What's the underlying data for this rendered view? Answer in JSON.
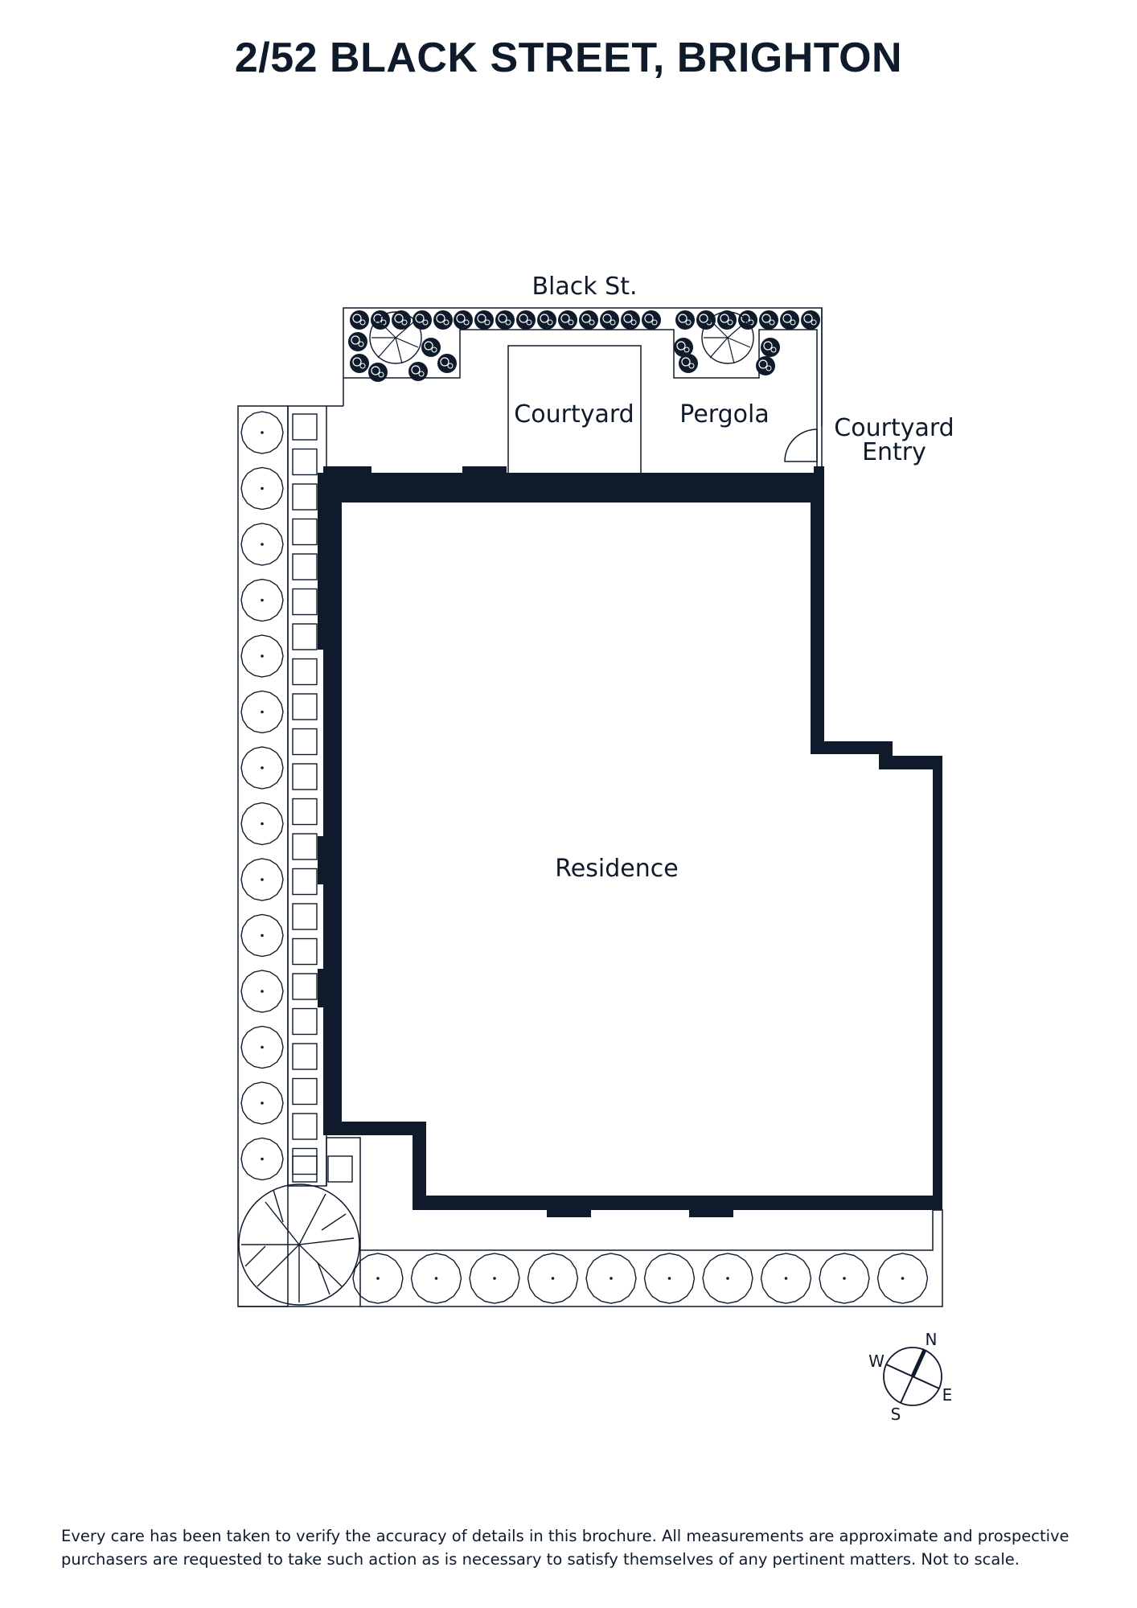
{
  "title": "2/52 BLACK STREET, BRIGHTON",
  "plan": {
    "street_label": "Black St.",
    "courtyard_label": "Courtyard",
    "pergola_label": "Pergola",
    "courtyard_entry_line1": "Courtyard",
    "courtyard_entry_line2": "Entry",
    "residence_label": "Residence"
  },
  "compass": {
    "n": "N",
    "e": "E",
    "s": "S",
    "w": "W"
  },
  "disclaimer": "Every care has been taken to verify the accuracy of details in this brochure. All measurements are approximate and prospective purchasers are requested to take such action as is necessary to satisfy themselves of any pertinent matters. Not to scale.",
  "colors": {
    "ink": "#0f1a2b",
    "background": "#ffffff"
  }
}
